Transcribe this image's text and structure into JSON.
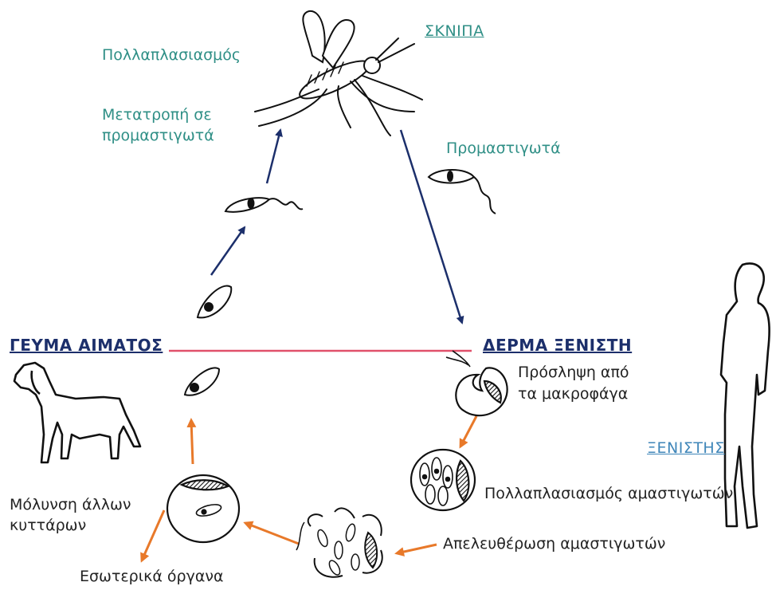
{
  "labels": {
    "mosquito": "ΣΚΝΙΠΑ",
    "multiplication_top": "Πολλαπλασιασμός",
    "conversion_line1": "Μετατροπή σε",
    "conversion_line2": "προμαστιγωτά",
    "promastigotes": "Προμαστιγωτά",
    "blood_meal": "ΓΕΥΜΑ ΑΙΜΑΤΟΣ",
    "host_skin": "ΔΕΡΜΑ ΞΕΝΙΣΤΗ",
    "uptake_line1": "Πρόσληψη από",
    "uptake_line2": "τα μακροφάγα",
    "host": "ΞΕΝΙΣΤΗΣ",
    "amastigote_multiplication": "Πολλαπλασιασμός αμαστιγωτών",
    "amastigote_release": "Απελευθέρωση αμαστιγωτών",
    "infection_line1": "Μόλυνση άλλων",
    "infection_line2": "κυττάρων",
    "internal_organs": "Εσωτερικά όργανα"
  },
  "colors": {
    "dark_arrow": "#1c2f6b",
    "orange_arrow": "#e8792a",
    "divider": "#e0506a",
    "teal_text": "#2f8f86",
    "host_text": "#3f86b9"
  },
  "icons": [
    "mosquito-icon",
    "dog-icon",
    "human-icon",
    "promastigote-icon",
    "amastigote-icon",
    "macrophage-icon"
  ]
}
